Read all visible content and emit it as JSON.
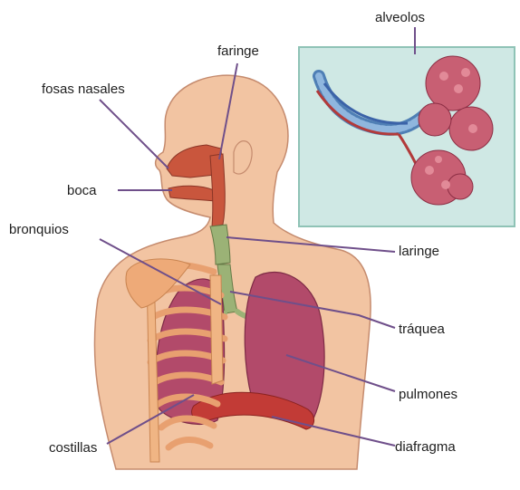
{
  "labels": {
    "fosas_nasales": "fosas nasales",
    "faringe": "faringe",
    "alveolos": "alveolos",
    "boca": "boca",
    "bronquios": "bronquios",
    "laringe": "laringe",
    "traquea": "tráquea",
    "pulmones": "pulmones",
    "costillas": "costillas",
    "diafragma": "diafragma"
  },
  "colors": {
    "skin": "#f2c4a2",
    "skin_outline": "#c58b6e",
    "leader_line": "#6f4f8a",
    "inset_bg": "#cfe8e4",
    "inset_border": "#8fc3b6",
    "lung": "#b24a6a",
    "ribs": "#e8a070",
    "trachea": "#9bb276",
    "diaphragm": "#c23b36",
    "airway": "#c9563d"
  }
}
